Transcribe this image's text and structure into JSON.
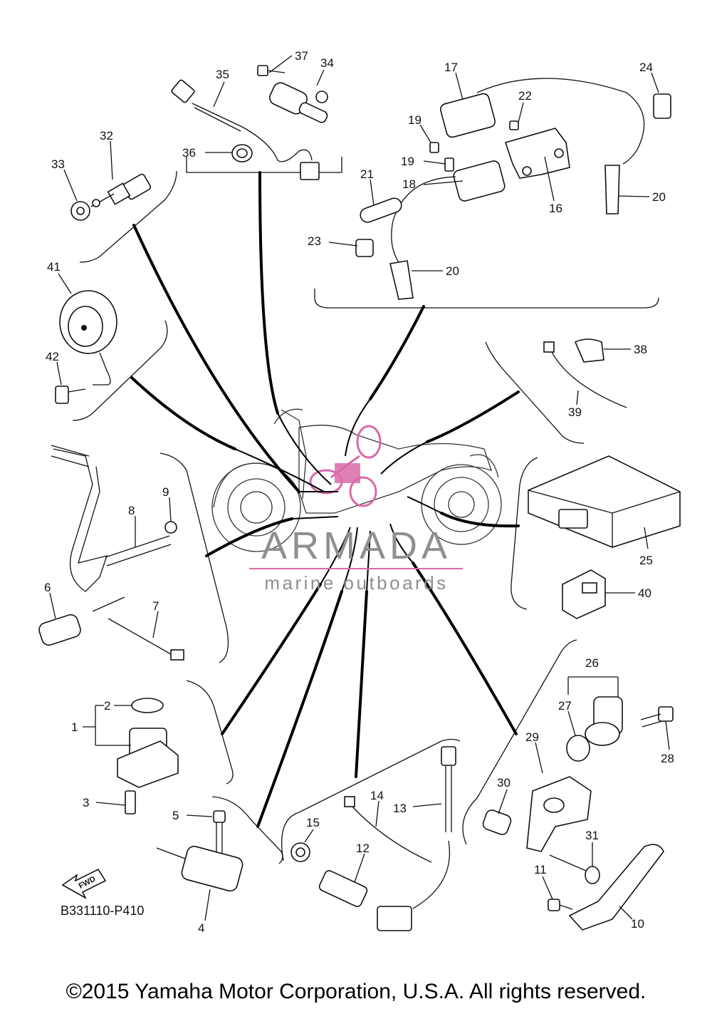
{
  "diagram": {
    "code": "B331110-P410",
    "fwd_label": "FWD",
    "copyright": "©2015 Yamaha Motor Corporation, U.S.A. All rights reserved."
  },
  "watermark": {
    "brand": "ARMADA",
    "subtitle": "marine outboards",
    "accent_color": "#d96aa8"
  },
  "part_numbers": [
    "1",
    "2",
    "3",
    "4",
    "5",
    "6",
    "7",
    "8",
    "9",
    "10",
    "11",
    "12",
    "13",
    "14",
    "15",
    "16",
    "17",
    "18",
    "19",
    "19",
    "20",
    "20",
    "21",
    "22",
    "23",
    "24",
    "25",
    "26",
    "27",
    "28",
    "29",
    "30",
    "31",
    "32",
    "33",
    "34",
    "35",
    "36",
    "37",
    "38",
    "39",
    "40",
    "41",
    "42"
  ]
}
